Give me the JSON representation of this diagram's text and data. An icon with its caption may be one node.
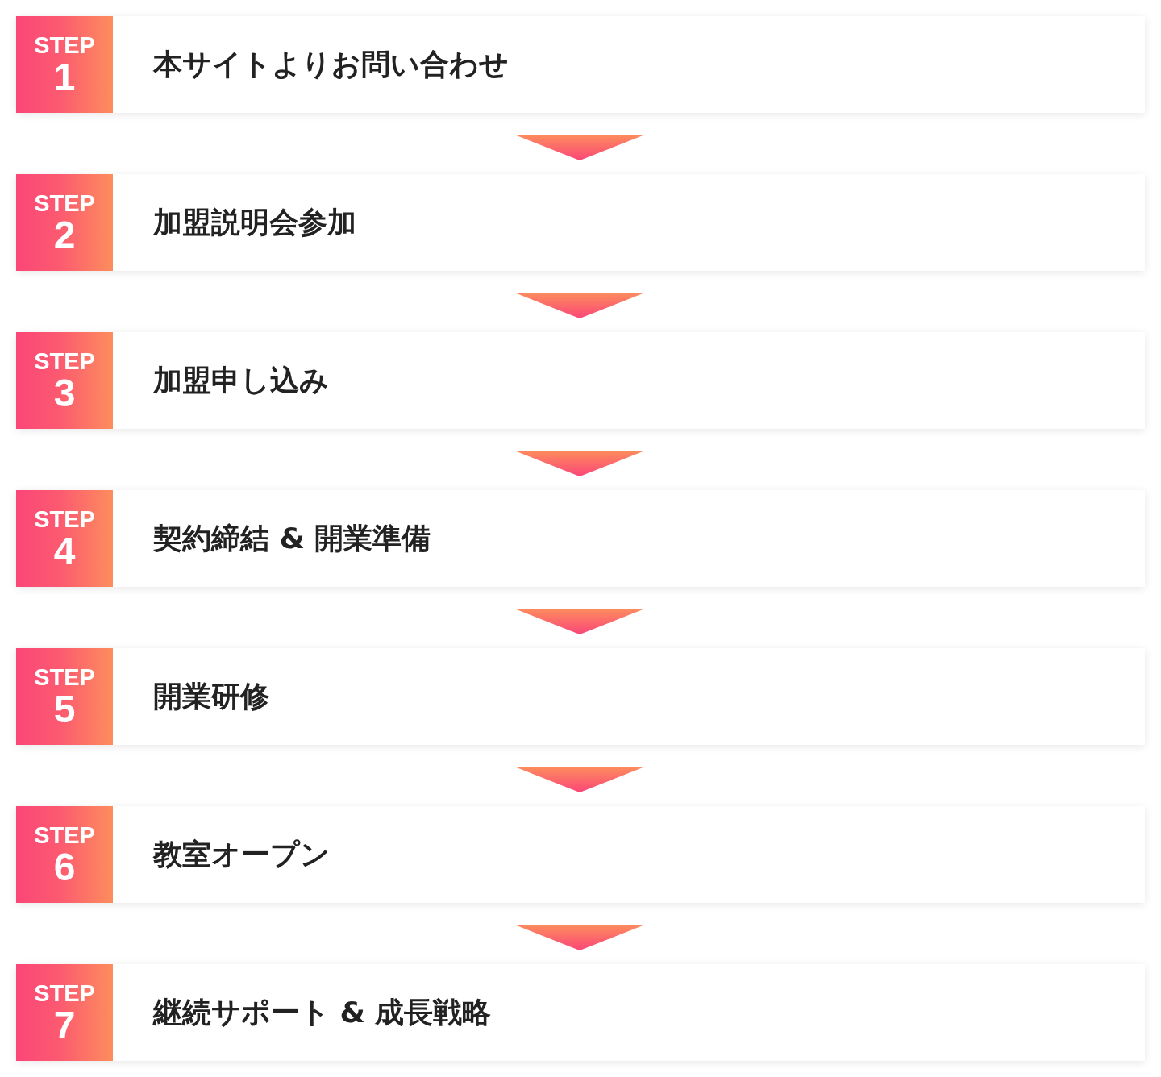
{
  "diagram": {
    "nodes": [
      {
        "text": [
          "STEP",
          "1",
          "本サイトよりお問い合わせ"
        ]
      },
      {
        "text": [
          "STEP",
          "2",
          "加盟説明会参加"
        ]
      },
      {
        "text": [
          "STEP",
          "3",
          "加盟申し込み"
        ]
      },
      {
        "text": [
          "STEP",
          "4",
          "契約締結 & 開業準備"
        ]
      },
      {
        "text": [
          "STEP",
          "5",
          "開業研修"
        ]
      },
      {
        "text": [
          "STEP",
          "6",
          "教室オープン"
        ]
      },
      {
        "text": [
          "STEP",
          "7",
          "継続サポート & 成長戦略"
        ]
      }
    ],
    "edges": [
      {
        "from": 0,
        "to": 1,
        "arrow": "to"
      },
      {
        "from": 1,
        "to": 2,
        "arrow": "to"
      },
      {
        "from": 2,
        "to": 3,
        "arrow": "to"
      },
      {
        "from": 3,
        "to": 4,
        "arrow": "to"
      },
      {
        "from": 4,
        "to": 5,
        "arrow": "to"
      },
      {
        "from": 5,
        "to": 6,
        "arrow": "to"
      }
    ]
  }
}
